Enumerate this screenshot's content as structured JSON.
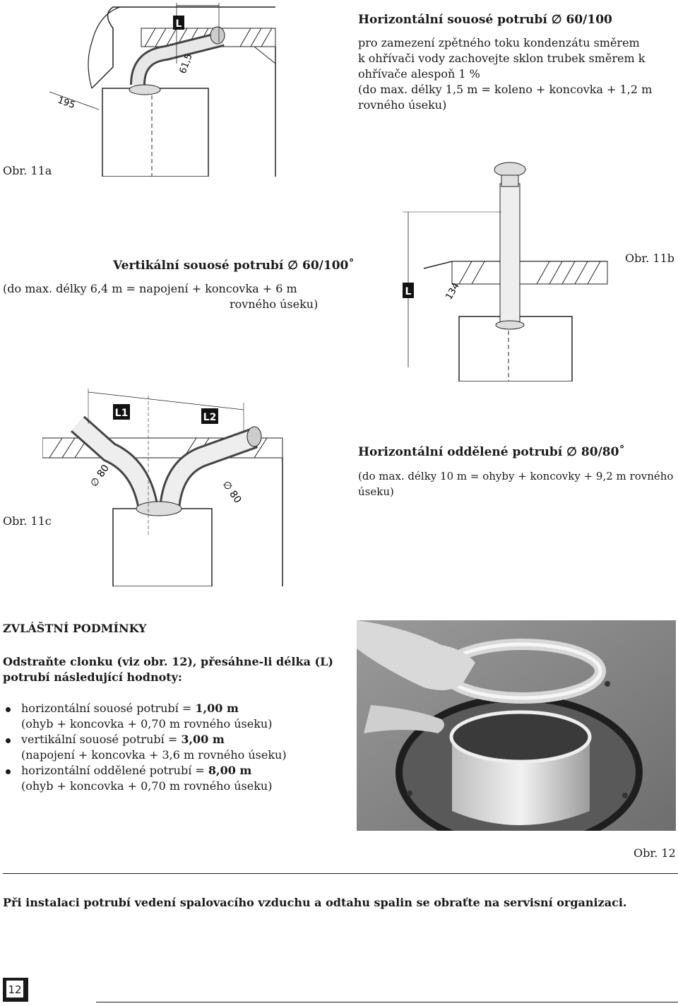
{
  "sec11a": {
    "title": "Horizontální souosé potrubí ∅ 60/100",
    "lines": [
      "pro zamezení zpětného toku kondenzátu směrem",
      "k ohřívači vody zachovejte sklon trubek směrem k",
      "ohřívače alespoň 1 %",
      "(do max. délky 1,5 m = koleno + koncovka + 1,2 m",
      "rovného úseku)"
    ],
    "caption": "Obr. 11a",
    "dims": {
      "d1": "195",
      "d2": "61,5",
      "L": "L"
    }
  },
  "sec11b": {
    "title": "Vertikální souosé potrubí ∅ 60/100˚",
    "line1": "(do max. délky 6,4 m  = napojení + koncovka + 6 m",
    "line2": "rovného úseku)",
    "caption": "Obr. 11b",
    "dims": {
      "L": "L",
      "d1": "134"
    }
  },
  "sec11c": {
    "title": "Horizontální oddělené potrubí ∅ 80/80˚",
    "line1": "(do max. délky 10 m = ohyby + koncovky + 9,2  m rovného",
    "line2": "úseku)",
    "caption": "Obr. 11c",
    "dims": {
      "L1": "L1",
      "L2": "L2",
      "d1": "∅ 80",
      "d2": "∅ 80"
    }
  },
  "special": {
    "heading": "ZVLÁŠTNÍ PODMÍNKY",
    "intro1": "Odstraňte clonku (viz obr. 12), přesáhne-li délka (L)",
    "intro2": "potrubí následující hodnoty:",
    "items": [
      {
        "main": "horizontální souosé potrubí = ",
        "value": "1,00 m",
        "sub": "(ohyb + koncovka + 0,70 m rovného úseku)"
      },
      {
        "main": "vertikální souosé potrubí = ",
        "value": "3,00 m",
        "sub": "(napojení + koncovka + 3,6 m rovného úseku)"
      },
      {
        "main": "horizontální oddělené potrubí = ",
        "value": "8,00 m",
        "sub": "(ohyb + koncovka + 0,70 m rovného úseku)"
      }
    ],
    "caption": "Obr. 12"
  },
  "footer": {
    "note": "Při instalaci potrubí vedení spalovacího vzduchu a odtahu spalin se obraťte na servisní organizaci.",
    "page": "12"
  }
}
